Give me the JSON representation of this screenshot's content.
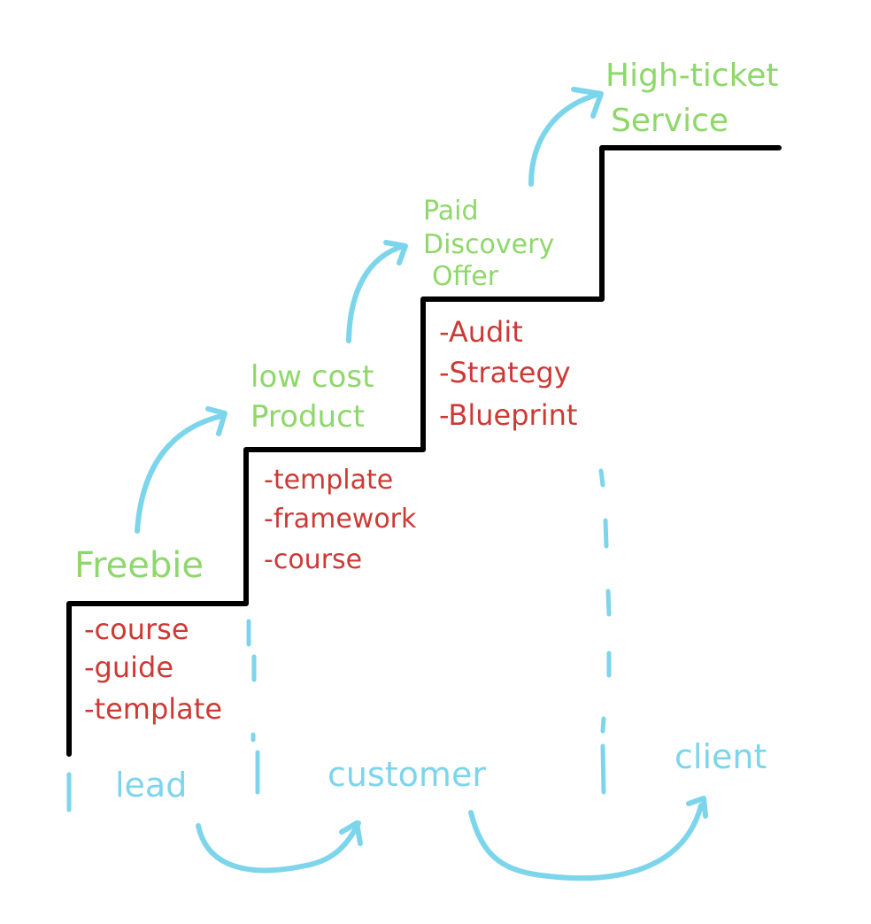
{
  "colors": {
    "stage_label": "#8ed86b",
    "item": "#cc3a36",
    "arrow_and_role": "#7dd5ec",
    "stairs": "#000000"
  },
  "steps": [
    {
      "title_lines": [
        "Freebie"
      ],
      "items": [
        "-course",
        "-guide",
        "-template"
      ]
    },
    {
      "title_lines": [
        "low cost",
        "Product"
      ],
      "items": [
        "-template",
        "-framework",
        "-course"
      ]
    },
    {
      "title_lines": [
        "Paid",
        "Discovery",
        "Offer"
      ],
      "items": [
        "-Audit",
        "-Strategy",
        "-Blueprint"
      ]
    },
    {
      "title_lines": [
        "High-ticket",
        "Service"
      ],
      "items": []
    }
  ],
  "roles": [
    "lead",
    "customer",
    "client"
  ]
}
